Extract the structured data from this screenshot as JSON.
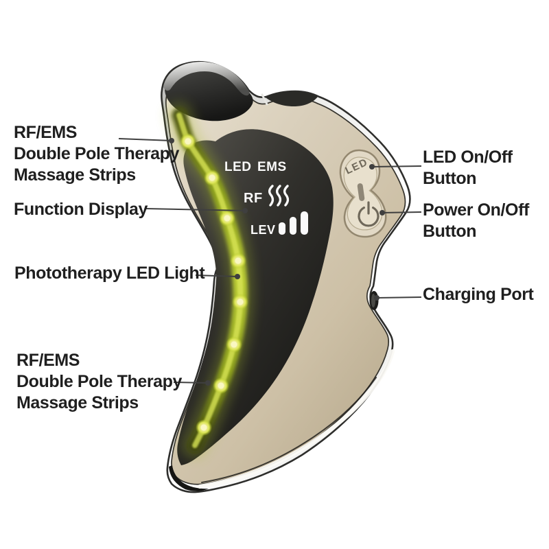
{
  "callouts": {
    "rf_ems_top": {
      "l1": "RF/EMS",
      "l2": "Double Pole Therapy",
      "l3": "Massage Strips"
    },
    "function_display": {
      "l1": "Function Display"
    },
    "phototherapy_led": {
      "l1": "Phototherapy LED Light"
    },
    "rf_ems_bottom": {
      "l1": "RF/EMS",
      "l2": "Double Pole Therapy",
      "l3": "Massage Strips"
    },
    "led_on_off": {
      "l1": "LED On/Off",
      "l2": "Button"
    },
    "power_on_off": {
      "l1": "Power On/Off",
      "l2": "Button"
    },
    "charging_port": {
      "l1": "Charging Port"
    }
  },
  "display_panel": {
    "mode_led": "LED",
    "mode_ems": "EMS",
    "rf": "RF",
    "level": "LEV",
    "level_bars_count": 3
  },
  "device_buttons": {
    "led_engraving": "LED"
  },
  "device": {
    "led_strip_dot_count": 8
  },
  "colors": {
    "background": "#ffffff",
    "label_text": "#1f1f1f",
    "leader_line": "#3f3f3f",
    "display_text": "#fafafa",
    "device_face": "#d9cfbb",
    "display_bg": "#262624",
    "led_glow": "#c2d437"
  }
}
